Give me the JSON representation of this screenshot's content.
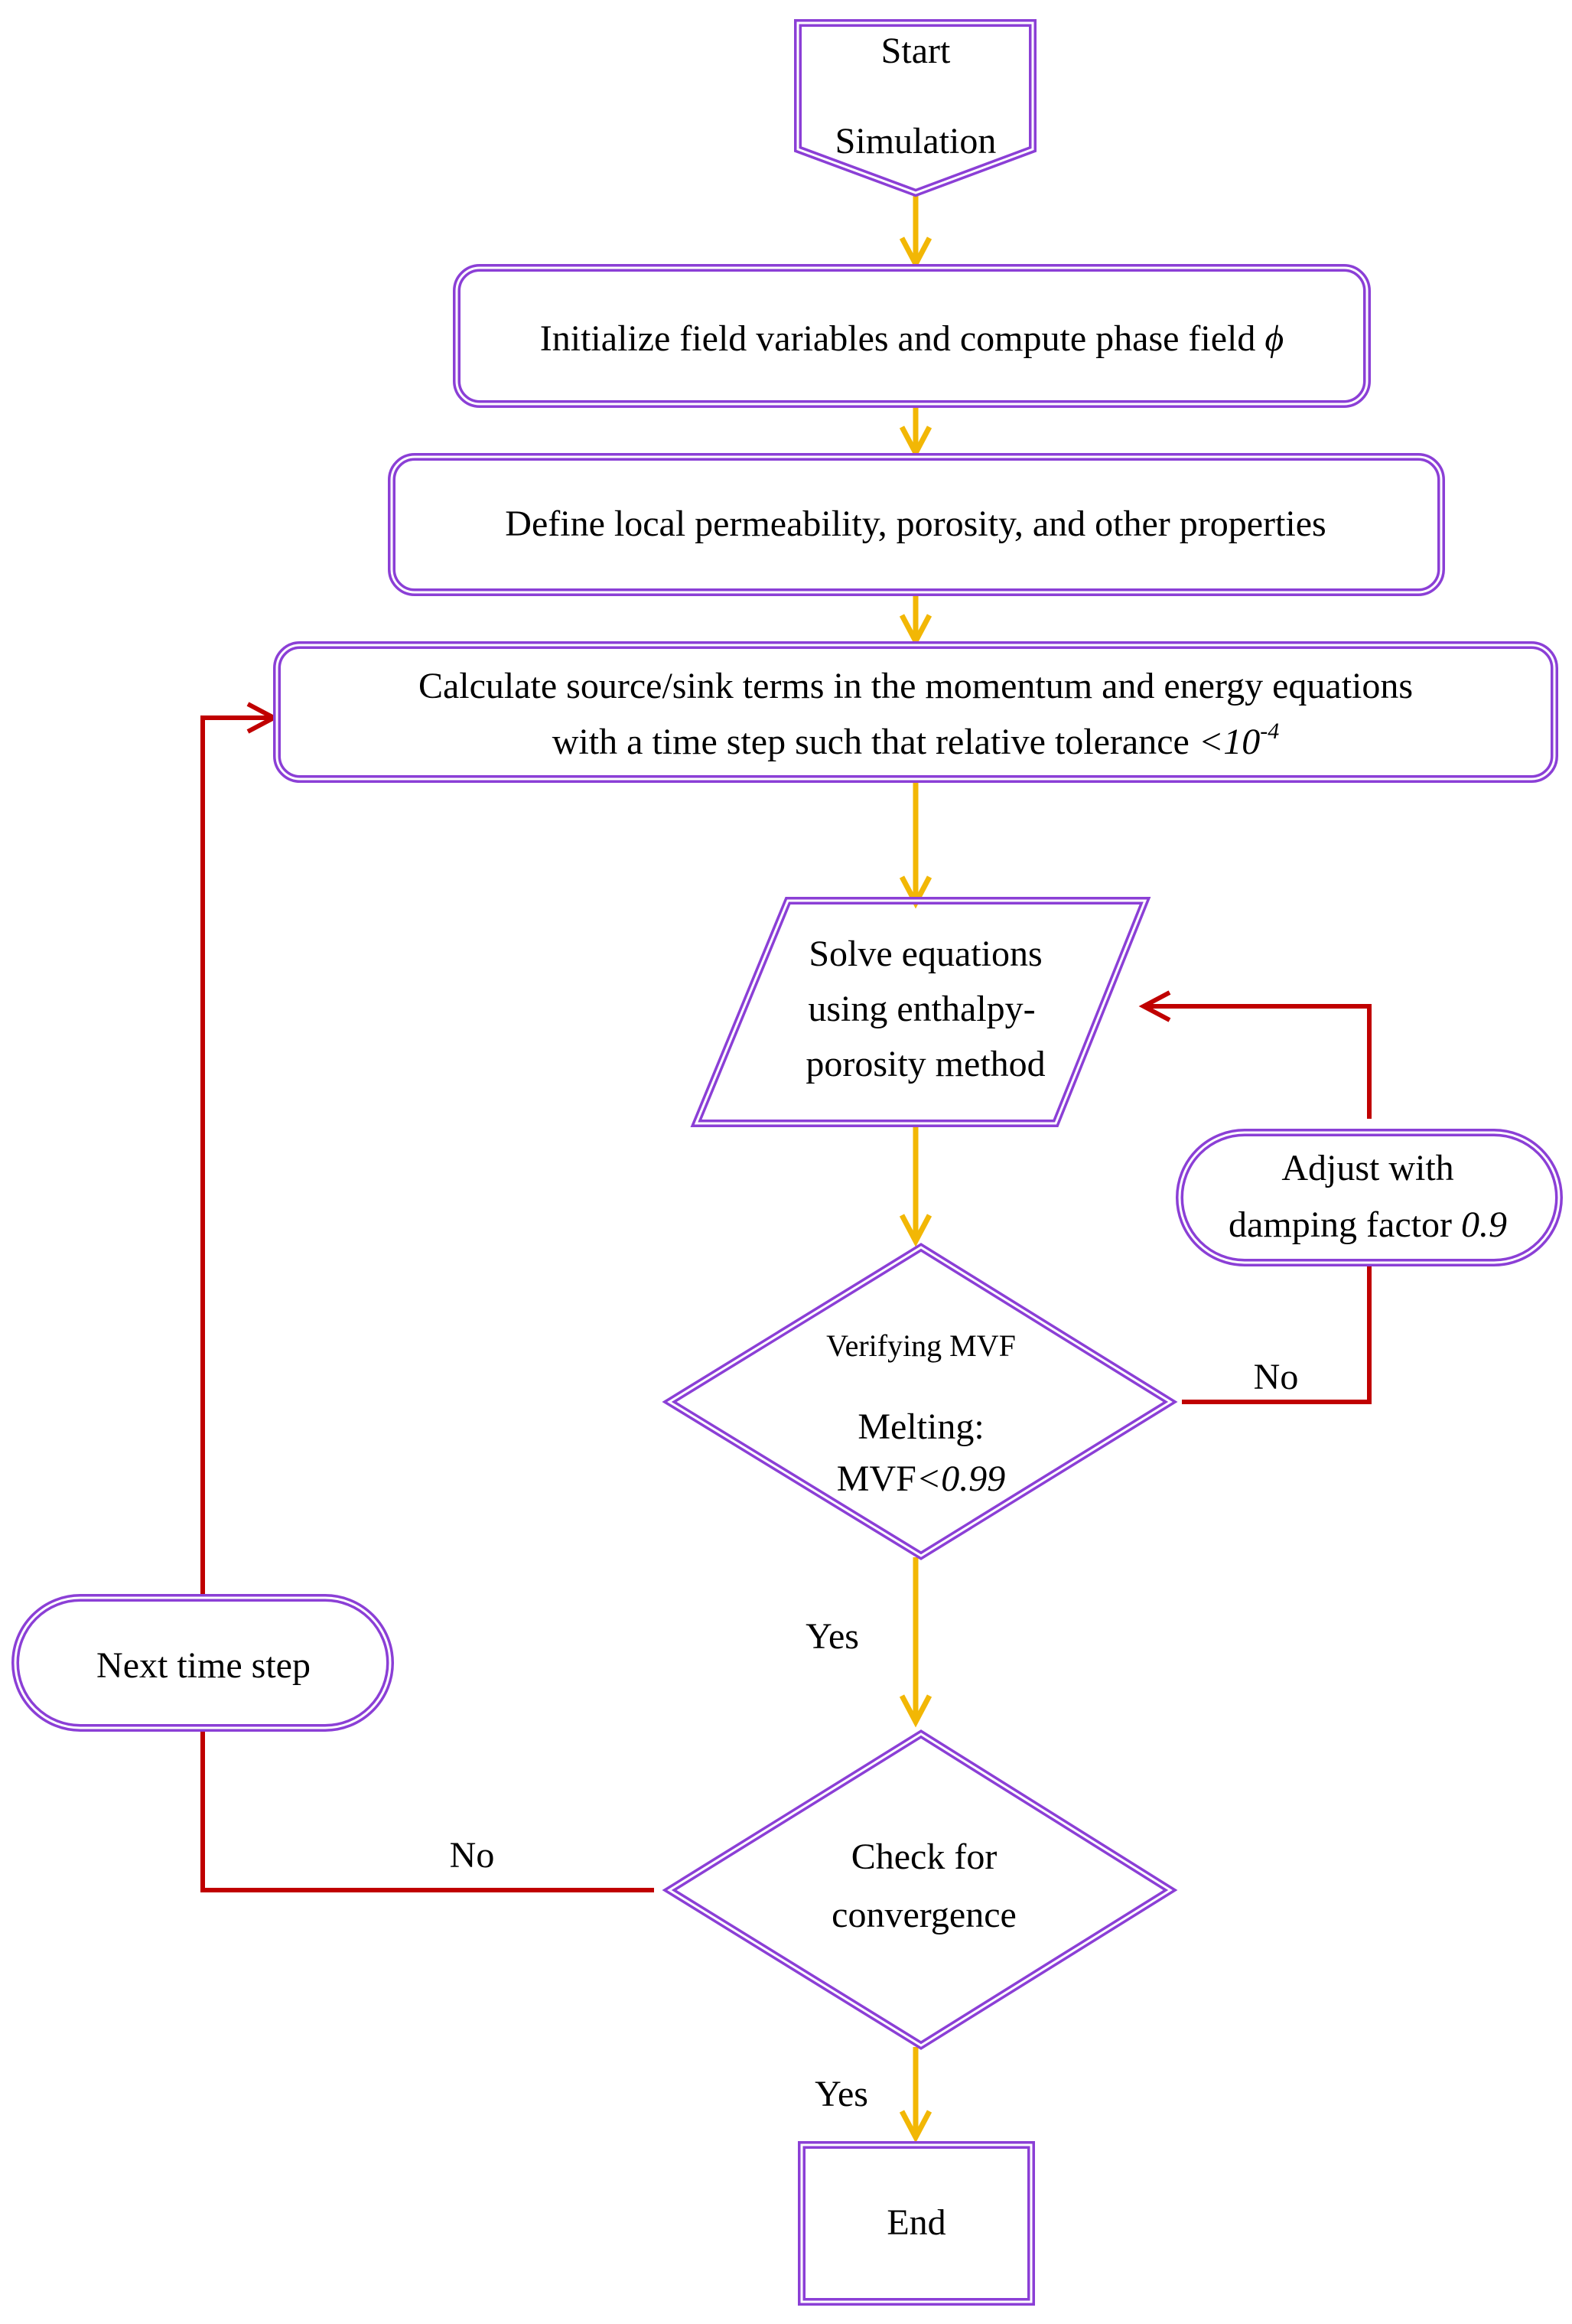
{
  "colors": {
    "shape_stroke": "#8B3FD6",
    "yes_arrow": "#F2B705",
    "no_arrow": "#C00000",
    "text": "#000000"
  },
  "nodes": {
    "start": {
      "line1": "Start",
      "line2": "Simulation"
    },
    "init": {
      "text": "Initialize field variables and compute phase field",
      "symbol": "ϕ"
    },
    "define": {
      "text": "Define local permeability, porosity, and other properties"
    },
    "calc": {
      "line1": "Calculate source/sink terms in the momentum and energy equations",
      "line2": "with a time step such that relative tolerance",
      "tolerance": "<10",
      "exponent": "-4"
    },
    "solve": {
      "line1": "Solve equations",
      "line2": "using enthalpy-",
      "line3": "porosity method"
    },
    "adjust": {
      "line1": "Adjust with",
      "line2": "damping factor",
      "factor": "0.9"
    },
    "verify": {
      "title": "Verifying MVF",
      "line2": "Melting:",
      "condition_prefix": "MVF",
      "condition_value": "<0.99"
    },
    "next": {
      "text": "Next time step"
    },
    "check": {
      "line1": "Check for",
      "line2": "convergence"
    },
    "end": {
      "text": "End"
    }
  },
  "edges": {
    "verify_no": "No",
    "verify_yes": "Yes",
    "check_no": "No",
    "check_yes": "Yes"
  }
}
